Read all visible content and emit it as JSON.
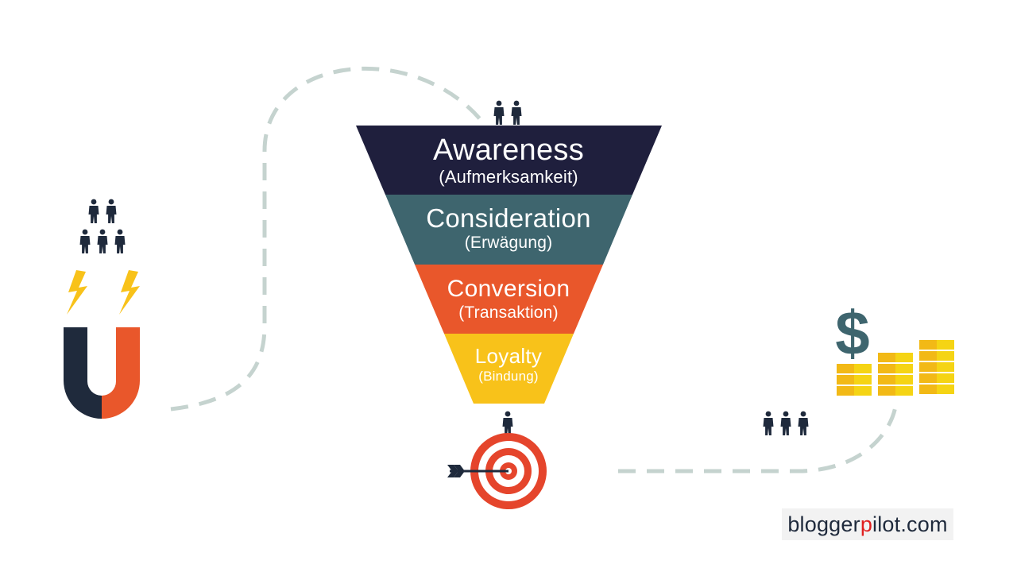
{
  "funnel": {
    "layers": [
      {
        "title": "Awareness",
        "subtitle": "(Aufmerksamkeit)",
        "color": "#1f1f3d"
      },
      {
        "title": "Consideration",
        "subtitle": "(Erwägung)",
        "color": "#3e656e"
      },
      {
        "title": "Conversion",
        "subtitle": "(Transaktion)",
        "color": "#e9572b"
      },
      {
        "title": "Loyalty",
        "subtitle": "(Bindung)",
        "color": "#f8c21a"
      }
    ]
  },
  "icons": {
    "magnet": "magnet-icon",
    "lightning": "lightning-icon",
    "people": "people-icon",
    "person": "person-icon",
    "target": "target-icon",
    "arrow": "arrow-icon",
    "dollar": "dollar-sign-icon",
    "coins": "coin-stack-icon"
  },
  "path_color": "#c5d3cf",
  "brand": {
    "prefix": "blogger",
    "accent": "p",
    "suffix": "ilot.com",
    "accent_color": "#e02020"
  }
}
